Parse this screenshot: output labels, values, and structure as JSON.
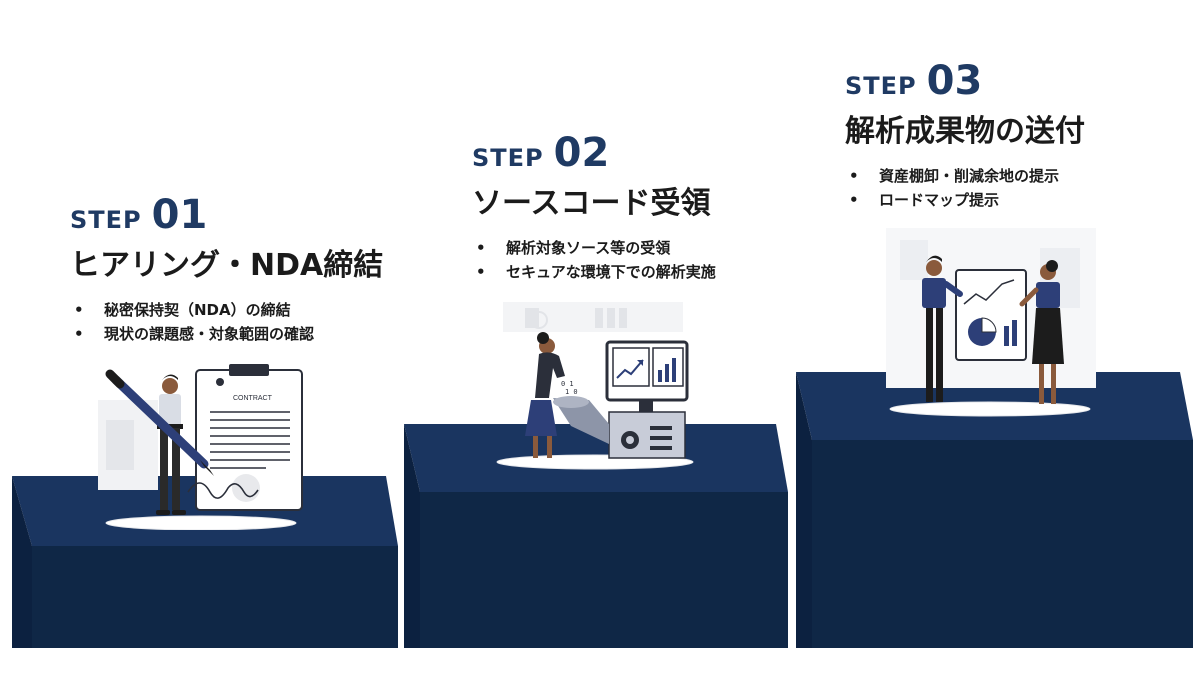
{
  "colors": {
    "navy_dark": "#0f2746",
    "navy_top": "#17325a",
    "accent": "#1f3a63"
  },
  "steps": [
    {
      "step_word": "STEP",
      "step_num": "01",
      "title": "ヒアリング・NDA締結",
      "bullets": [
        "秘密保持契（NDA）の締結",
        "現状の課題感・対象範囲の確認"
      ],
      "illustration": {
        "icon": "contract-signing-icon",
        "contract_label": "CONTRACT"
      }
    },
    {
      "step_word": "STEP",
      "step_num": "02",
      "title": "ソースコード受領",
      "bullets": [
        "解析対象ソース等の受領",
        "セキュアな環境下での解析実施"
      ],
      "illustration": {
        "icon": "code-analysis-icon"
      }
    },
    {
      "step_word": "STEP",
      "step_num": "03",
      "title": "解析成果物の送付",
      "bullets": [
        "資産棚卸・削減余地の提示",
        "ロードマップ提示"
      ],
      "illustration": {
        "icon": "presentation-icon"
      }
    }
  ]
}
